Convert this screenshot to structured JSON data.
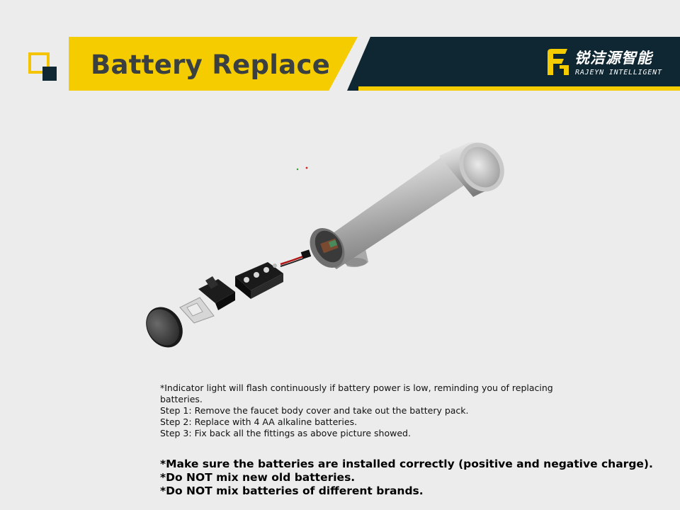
{
  "header": {
    "title": "Battery Replace",
    "brand_name_cn": "锐洁源智能",
    "brand_name_en": "RAJEYN INTELLIGENT"
  },
  "colors": {
    "accent_yellow": "#f5cc00",
    "dark_navy": "#0f2733",
    "title_text": "#3a3f42",
    "background": "#ececec"
  },
  "illustration": {
    "icon": "exploded-faucet-battery-diagram"
  },
  "instructions": [
    "*Indicator light will flash continuously if battery power is low, reminding you of replacing batteries.",
    "Step 1: Remove the faucet body cover and take out the battery pack.",
    "Step 2: Replace with 4 AA alkaline batteries.",
    "Step 3: Fix back all the fittings as above picture showed."
  ],
  "warnings": [
    "*Make sure the batteries are installed correctly (positive and negative charge).",
    "*Do NOT mix new old batteries.",
    "*Do NOT mix batteries of different brands."
  ]
}
